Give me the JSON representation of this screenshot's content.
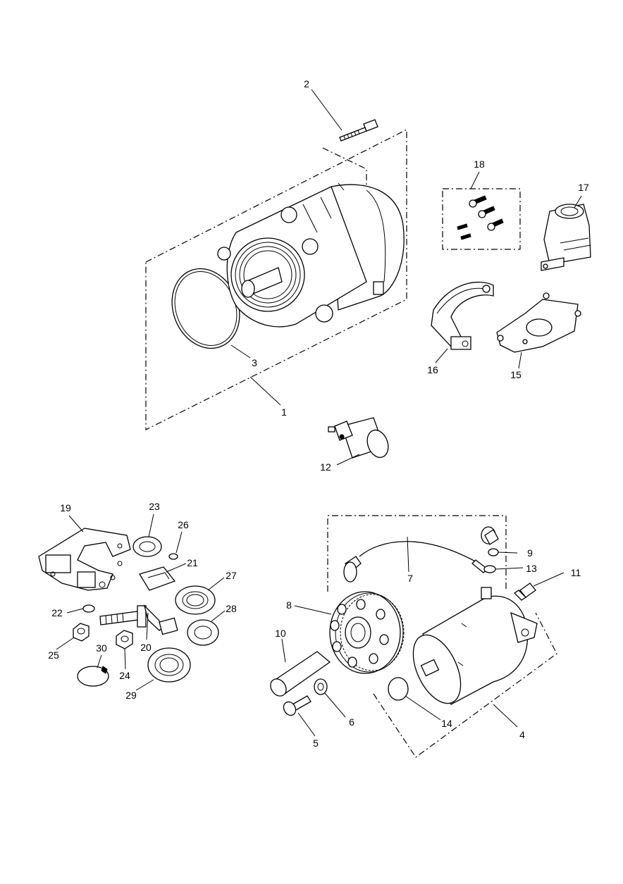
{
  "callouts": [
    {
      "id": "c1",
      "label": "1"
    },
    {
      "id": "c2",
      "label": "2"
    },
    {
      "id": "c3",
      "label": "3"
    },
    {
      "id": "c4",
      "label": "4"
    },
    {
      "id": "c5",
      "label": "5"
    },
    {
      "id": "c6",
      "label": "6"
    },
    {
      "id": "c7",
      "label": "7"
    },
    {
      "id": "c8",
      "label": "8"
    },
    {
      "id": "c9",
      "label": "9"
    },
    {
      "id": "c10",
      "label": "10"
    },
    {
      "id": "c11",
      "label": "11"
    },
    {
      "id": "c12",
      "label": "12"
    },
    {
      "id": "c13",
      "label": "13"
    },
    {
      "id": "c14",
      "label": "14"
    },
    {
      "id": "c15",
      "label": "15"
    },
    {
      "id": "c16",
      "label": "16"
    },
    {
      "id": "c17",
      "label": "17"
    },
    {
      "id": "c18",
      "label": "18"
    },
    {
      "id": "c19",
      "label": "19"
    },
    {
      "id": "c20",
      "label": "20"
    },
    {
      "id": "c21",
      "label": "21"
    },
    {
      "id": "c22",
      "label": "22"
    },
    {
      "id": "c23",
      "label": "23"
    },
    {
      "id": "c24",
      "label": "24"
    },
    {
      "id": "c25",
      "label": "25"
    },
    {
      "id": "c26",
      "label": "26"
    },
    {
      "id": "c27",
      "label": "27"
    },
    {
      "id": "c28",
      "label": "28"
    },
    {
      "id": "c29",
      "label": "29"
    },
    {
      "id": "c30",
      "label": "30"
    }
  ]
}
